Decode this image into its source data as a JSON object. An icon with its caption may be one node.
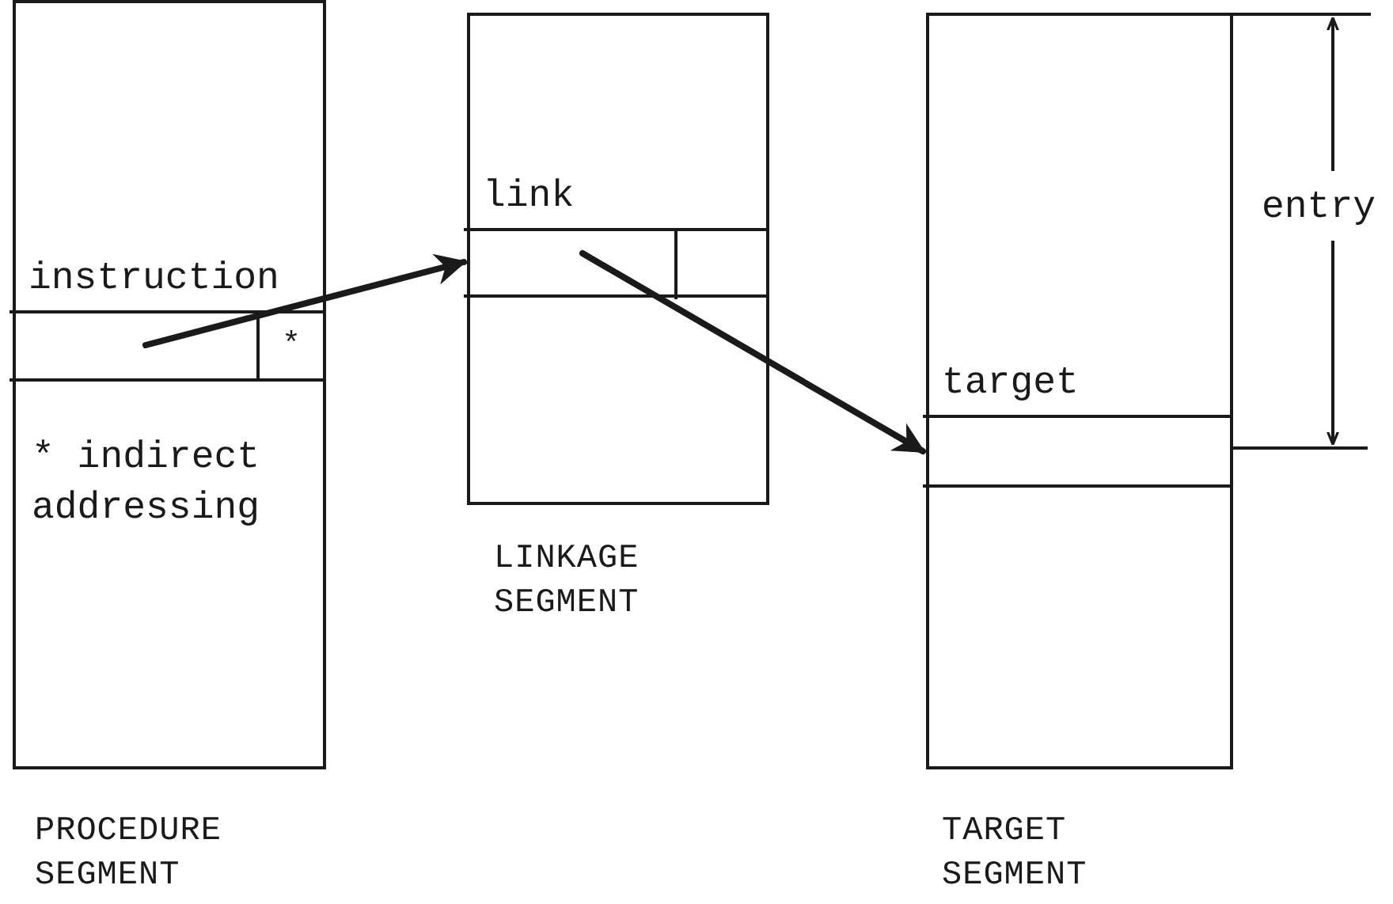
{
  "diagram": {
    "nodes": [
      {
        "text": [],
        "shape": "box",
        "beside": [
          "PROCEDURE SEGMENT"
        ]
      },
      {
        "text": [
          "instruction"
        ],
        "in": 0
      },
      {
        "text": [
          "*"
        ],
        "in": 1
      },
      {
        "text": [],
        "shape": "box",
        "beside": [
          "LINKAGE SEGMENT"
        ]
      },
      {
        "text": [
          "link"
        ],
        "in": 3
      },
      {
        "text": [],
        "shape": "box",
        "in": 4
      },
      {
        "text": [],
        "shape": "box",
        "beside": [
          "TARGET SEGMENT"
        ]
      },
      {
        "text": [
          "target"
        ],
        "in": 6
      }
    ],
    "edges": [
      {
        "from": 1,
        "to": 4,
        "arrow": "to"
      },
      {
        "from": 4,
        "to": 7,
        "arrow": "to"
      }
    ],
    "labels": [
      "* indirect addressing",
      "entry"
    ]
  }
}
